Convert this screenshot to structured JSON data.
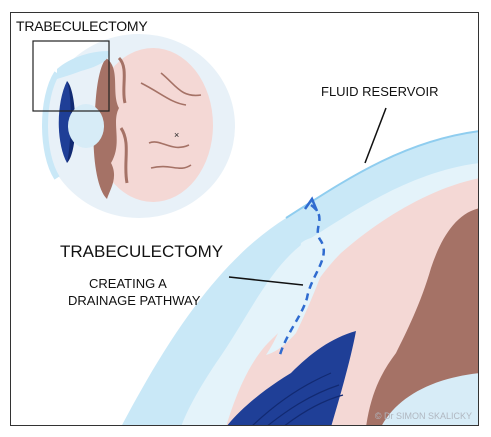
{
  "inset": {
    "title": "TRABECULECTOMY"
  },
  "labels": {
    "fluid_reservoir": "FLUID RESERVOIR",
    "main_title": "TRABECULECTOMY",
    "subtitle_line1": "CREATING A",
    "subtitle_line2": "DRAINAGE PATHWAY"
  },
  "credit": {
    "copyright": "© Dr SIMON SKALICKY"
  },
  "colors": {
    "conjunctiva": "#c9e8f7",
    "conjunctiva_edge": "#8fcdef",
    "sclera": "#f4d8d5",
    "choroid": "#a57266",
    "iris": "#1f3f97",
    "iris_dark": "#122a72",
    "cornea": "#d7ecf7",
    "flow_arrow": "#2f6bd0",
    "vessels": "#a57266"
  }
}
